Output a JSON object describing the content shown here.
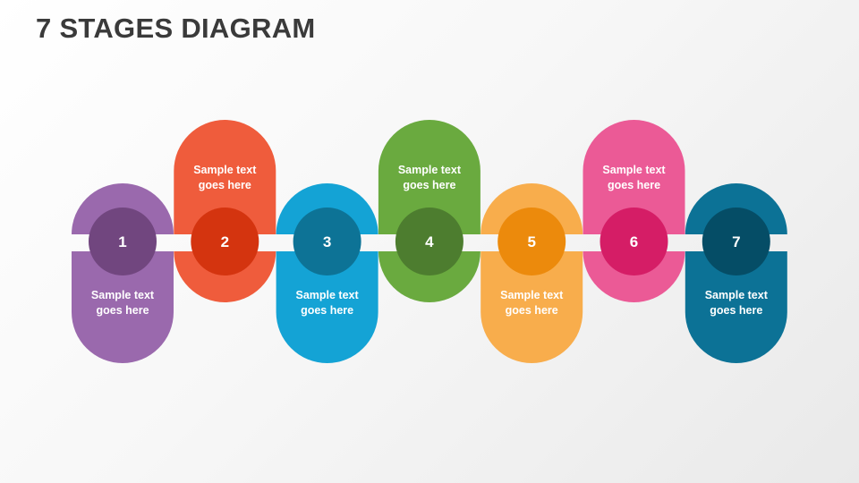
{
  "title": "7 STAGES DIAGRAM",
  "stages": [
    {
      "number": "1",
      "text_line1": "Sample text",
      "text_line2": "goes here",
      "position": "bottom",
      "color": "#9a69ad",
      "circle_color": "#71467f"
    },
    {
      "number": "2",
      "text_line1": "Sample text",
      "text_line2": "goes here",
      "position": "top",
      "color": "#ef5c3c",
      "circle_color": "#d4340f"
    },
    {
      "number": "3",
      "text_line1": "Sample text",
      "text_line2": "goes here",
      "position": "bottom",
      "color": "#14a3d5",
      "circle_color": "#0d7396"
    },
    {
      "number": "4",
      "text_line1": "Sample text",
      "text_line2": "goes here",
      "position": "top",
      "color": "#6aaa3f",
      "circle_color": "#4d7d2f"
    },
    {
      "number": "5",
      "text_line1": "Sample text",
      "text_line2": "goes here",
      "position": "bottom",
      "color": "#f8ad4c",
      "circle_color": "#ec8a0c"
    },
    {
      "number": "6",
      "text_line1": "Sample text",
      "text_line2": "goes here",
      "position": "top",
      "color": "#eb5a96",
      "circle_color": "#d51d66"
    },
    {
      "number": "7",
      "text_line1": "Sample text",
      "text_line2": "goes here",
      "position": "bottom",
      "color": "#0c7296",
      "circle_color": "#054d66"
    }
  ]
}
